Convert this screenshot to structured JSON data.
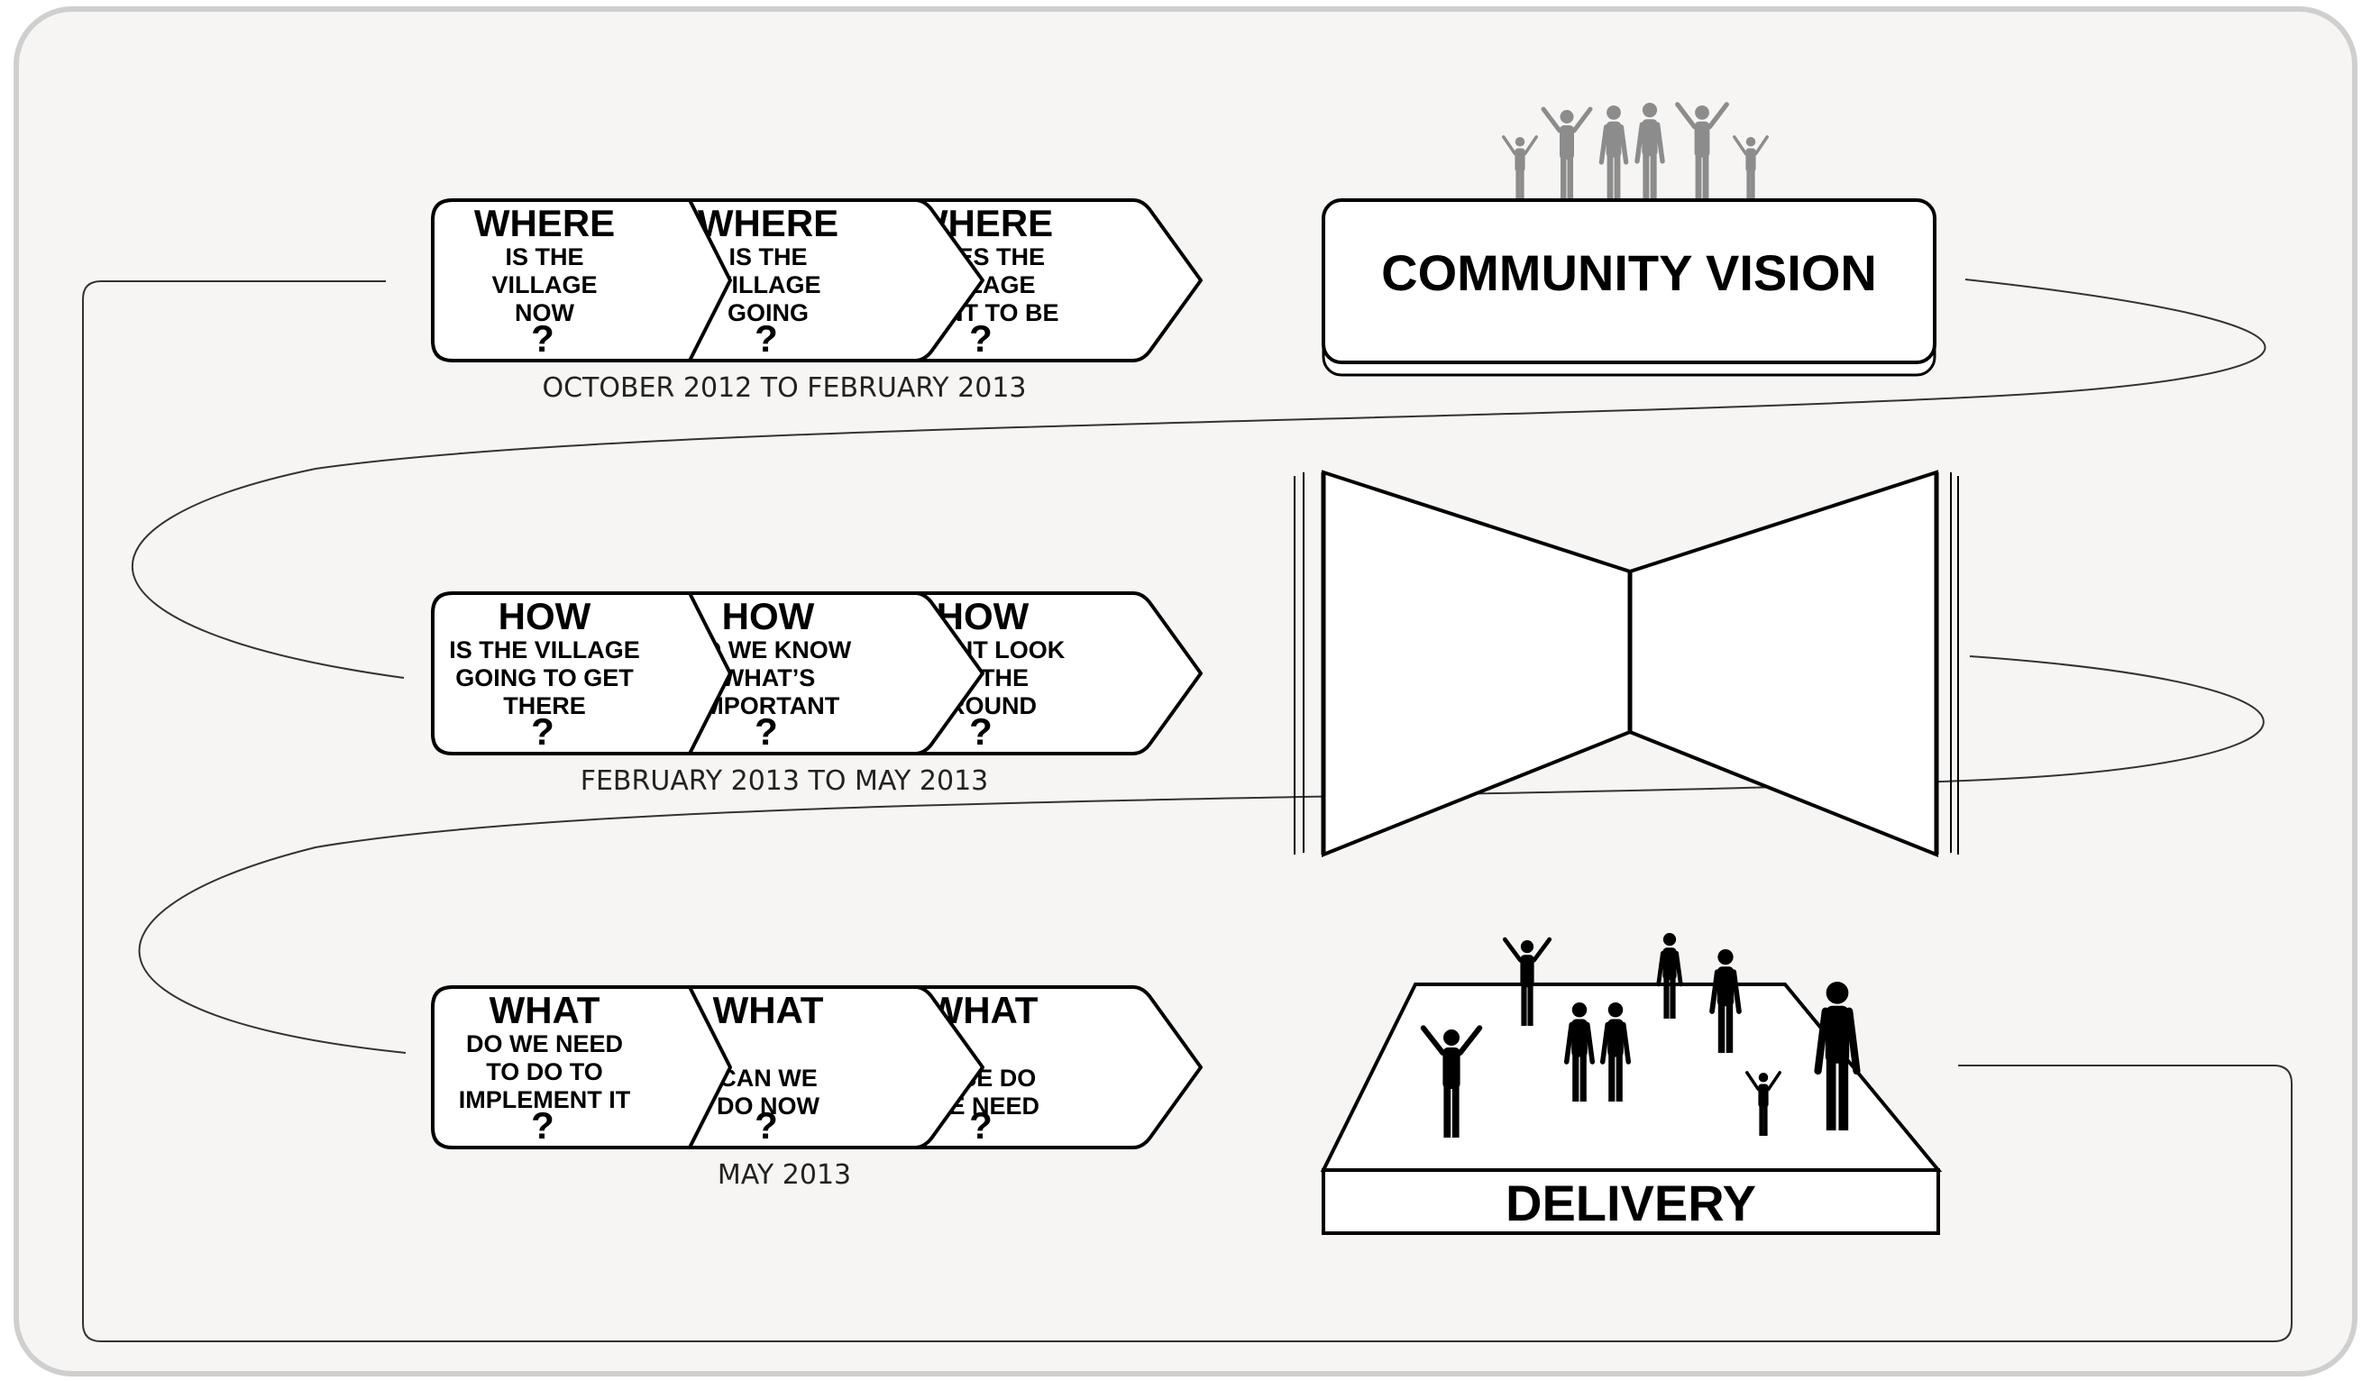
{
  "stages": [
    {
      "caption": "OCTOBER 2012 TO FEBRUARY 2013",
      "steps": [
        {
          "heading": "WHERE",
          "lines": [
            "IS THE",
            "VILLAGE",
            "NOW"
          ],
          "mark": "?"
        },
        {
          "heading": "WHERE",
          "lines": [
            "IS THE",
            "VILLAGE",
            "GOING"
          ],
          "mark": "?"
        },
        {
          "heading": "WHERE",
          "lines": [
            "DOES THE",
            "VILLAGE",
            "WANT TO BE"
          ],
          "mark": "?"
        }
      ]
    },
    {
      "caption": "FEBRUARY 2013 TO MAY 2013",
      "steps": [
        {
          "heading": "HOW",
          "lines": [
            "IS THE VILLAGE",
            "GOING TO GET",
            "THERE"
          ],
          "mark": "?"
        },
        {
          "heading": "HOW",
          "lines": [
            "DO WE KNOW",
            "WHAT’S",
            "IMPORTANT"
          ],
          "mark": "?"
        },
        {
          "heading": "HOW",
          "lines": [
            "WILL IT LOOK",
            "ON  THE",
            "GROUND"
          ],
          "mark": "?"
        }
      ]
    },
    {
      "caption": "MAY 2013",
      "steps": [
        {
          "heading": "WHAT",
          "lines": [
            "DO WE NEED",
            "TO DO TO",
            "IMPLEMENT IT"
          ],
          "mark": "?"
        },
        {
          "heading": "WHAT",
          "lines": [
            "CAN WE",
            "DO NOW"
          ],
          "mark": "?"
        },
        {
          "heading": "WHAT",
          "lines": [
            "ELSE DO",
            "WE NEED"
          ],
          "mark": "?"
        }
      ]
    }
  ],
  "vision_label": "COMMUNITY VISION",
  "delivery_label": "DELIVERY",
  "colors": {
    "panel_bg": "#f6f5f3",
    "panel_border": "#cfcfcf",
    "outline": "#000000",
    "silhouette_grey": "#8c8c8c",
    "silhouette_black": "#000000"
  },
  "icons": [
    "people-silhouettes-icon",
    "open-book-icon",
    "stage-platform-icon"
  ]
}
